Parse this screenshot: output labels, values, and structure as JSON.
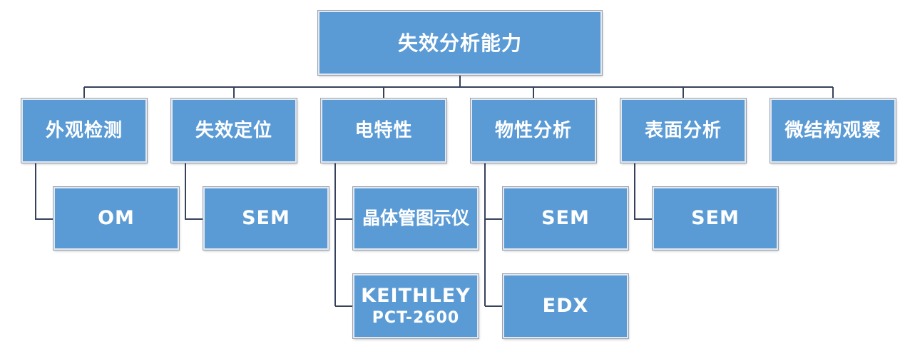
{
  "colors": {
    "box_fill": "#5B9BD5",
    "box_border": "#E3E8EF",
    "connector": "#36425C",
    "text": "#FFFFFF",
    "background": "#FFFFFF"
  },
  "tree": {
    "root": {
      "label": "失效分析能力"
    },
    "branches": [
      {
        "label": "外观检测",
        "children": [
          {
            "label": "OM"
          }
        ]
      },
      {
        "label": "失效定位",
        "children": [
          {
            "label": "SEM"
          }
        ]
      },
      {
        "label": "电特性",
        "children": [
          {
            "label": "晶体管图示仪"
          },
          {
            "label": "KEITHLEY",
            "label2": "PCT-2600"
          }
        ]
      },
      {
        "label": "物性分析",
        "children": [
          {
            "label": "SEM"
          },
          {
            "label": "EDX"
          }
        ]
      },
      {
        "label": "表面分析",
        "children": [
          {
            "label": "SEM"
          }
        ]
      },
      {
        "label": "微结构观察",
        "children": []
      }
    ]
  }
}
